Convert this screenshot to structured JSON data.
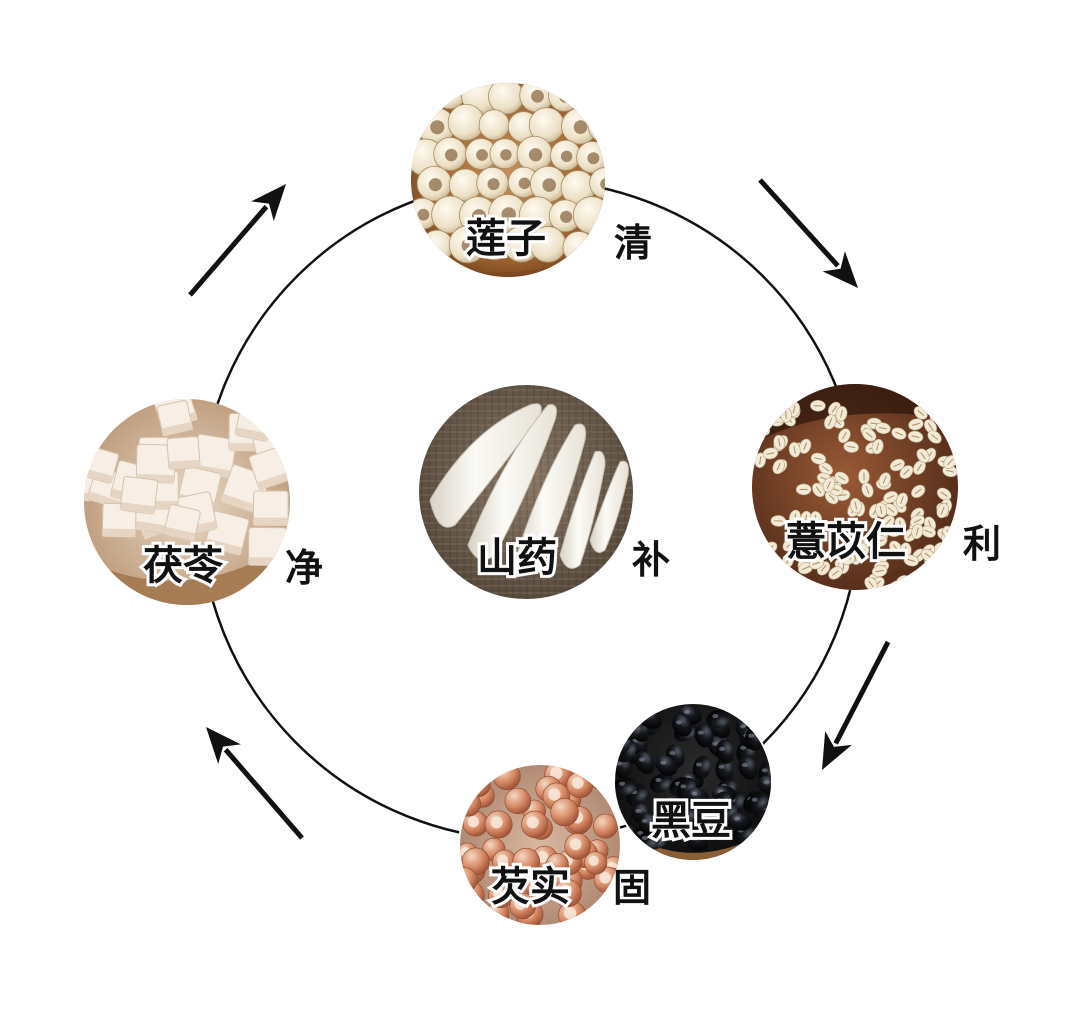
{
  "nodes": [
    {
      "id": "lotus-seed",
      "name": "莲子",
      "effect": "清",
      "theme": "lotus"
    },
    {
      "id": "coix-seed",
      "name": "薏苡仁",
      "effect": "利",
      "theme": "coix"
    },
    {
      "id": "black-bean",
      "name": "黑豆",
      "effect": "",
      "theme": "blackbean"
    },
    {
      "id": "euryale-seed",
      "name": "芡实",
      "effect": "固",
      "theme": "euryale"
    },
    {
      "id": "poria",
      "name": "茯苓",
      "effect": "净",
      "theme": "poria"
    },
    {
      "id": "chinese-yam",
      "name": "山药",
      "effect": "补",
      "theme": "yam"
    }
  ],
  "arrows": [
    {
      "name": "arrow-lotus-to-coix",
      "direction": "clockwise"
    },
    {
      "name": "arrow-coix-to-euryale",
      "direction": "clockwise"
    },
    {
      "name": "arrow-euryale-to-poria",
      "direction": "clockwise"
    },
    {
      "name": "arrow-poria-to-lotus",
      "direction": "clockwise"
    }
  ],
  "colors": {
    "ring": "#111111",
    "arrow": "#111111",
    "label_fill": "#111111",
    "label_halo": "#ffffff"
  }
}
